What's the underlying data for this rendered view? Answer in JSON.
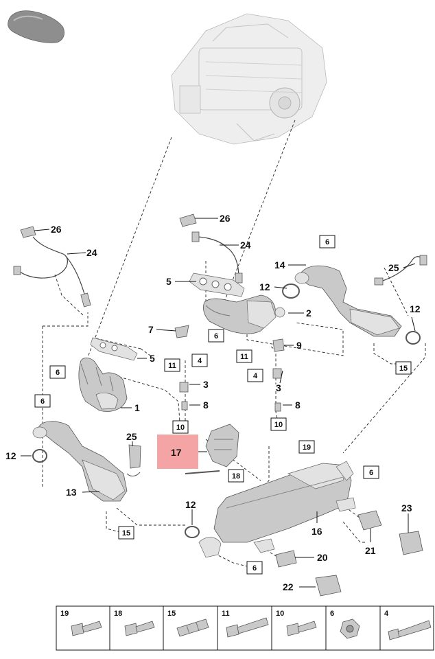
{
  "callouts": [
    "1",
    "2",
    "3",
    "4",
    "5",
    "6",
    "7",
    "8",
    "9",
    "10",
    "11",
    "12",
    "13",
    "14",
    "15",
    "16",
    "17",
    "18",
    "19",
    "20",
    "21",
    "22",
    "23",
    "24",
    "25",
    "26"
  ],
  "highlight": {
    "label": "17",
    "color": "#f4a4a4"
  },
  "legend": [
    "19",
    "18",
    "15",
    "11",
    "10",
    "6",
    "4"
  ],
  "colors": {
    "part": "#c9c9c9",
    "engine": "#eeeeee",
    "highlight": "#f4a4a4"
  }
}
